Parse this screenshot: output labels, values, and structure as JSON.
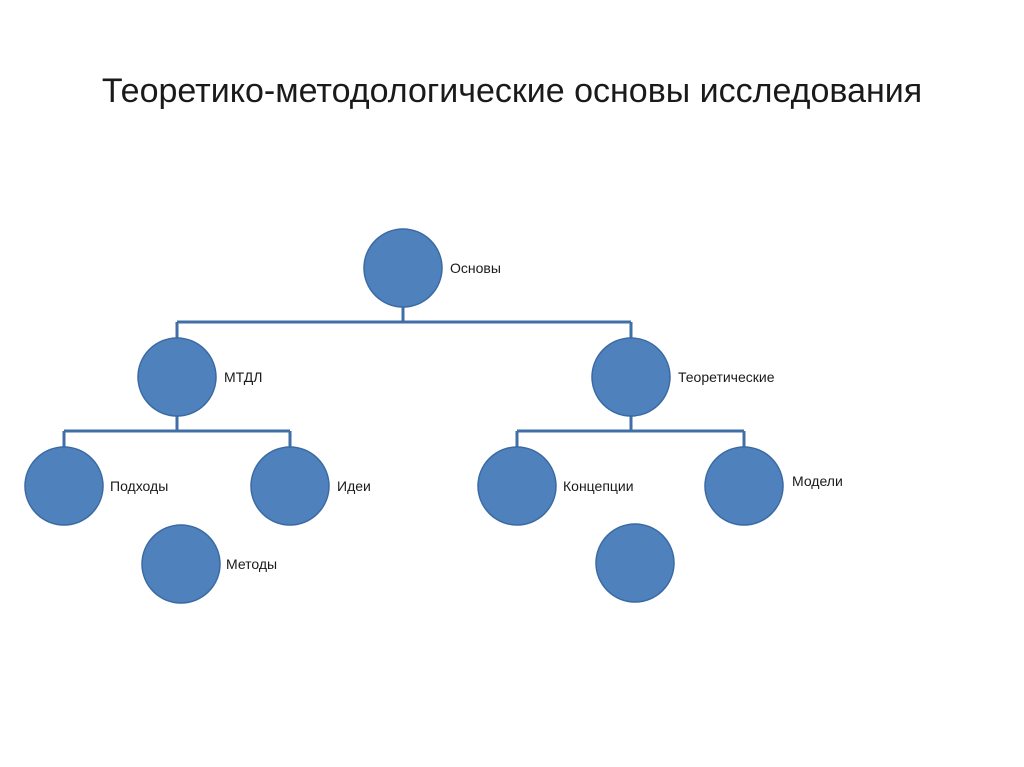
{
  "title": "Теоретико-методологические основы исследования",
  "nodes": {
    "root": {
      "label": "Основы"
    },
    "mtdl": {
      "label": "МТДЛ"
    },
    "theoretical": {
      "label": "Теоретические"
    },
    "approaches": {
      "label": "Подходы"
    },
    "ideas": {
      "label": "Идеи"
    },
    "methods": {
      "label": "Методы"
    },
    "concepts": {
      "label": "Концепции"
    },
    "models": {
      "label": "Модели"
    },
    "blank": {
      "label": ""
    }
  },
  "colors": {
    "node_fill": "#4f81bd",
    "connector": "#3f6fa6"
  }
}
